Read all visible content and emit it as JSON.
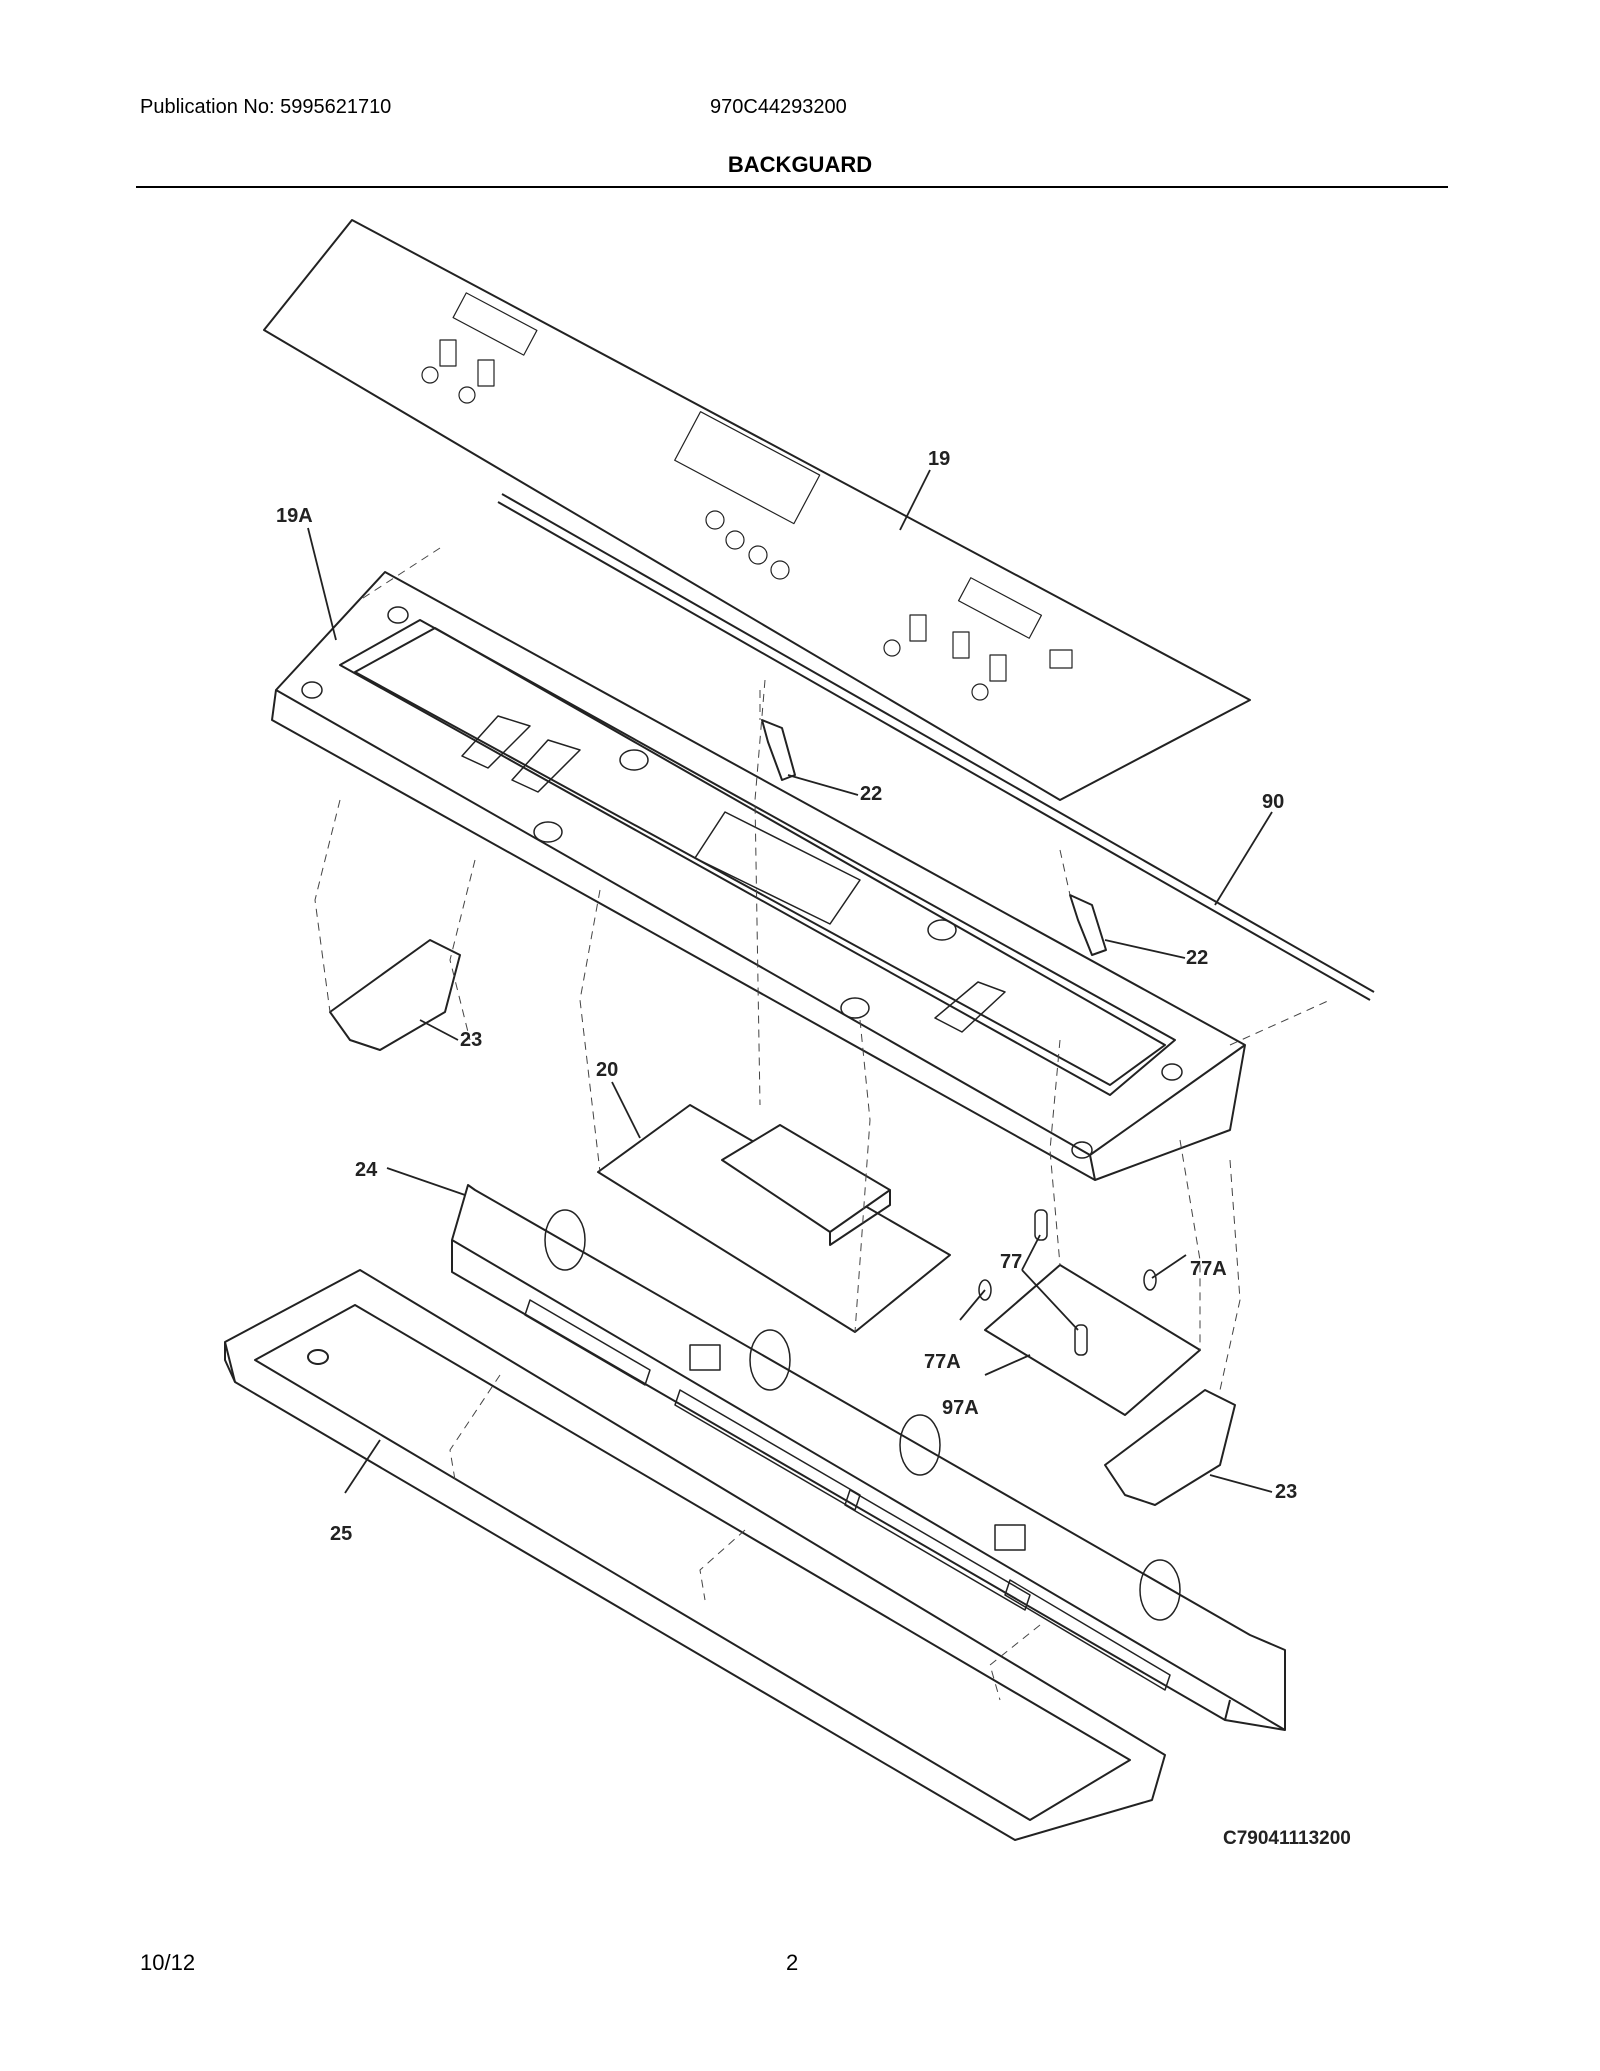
{
  "header": {
    "publication": "Publication No: 5995621710",
    "model": "970C44293200",
    "title": "BACKGUARD"
  },
  "callouts": {
    "c19": "19",
    "c19A": "19A",
    "c22a": "22",
    "c22b": "22",
    "c90": "90",
    "c23a": "23",
    "c23b": "23",
    "c20": "20",
    "c24": "24",
    "c77": "77",
    "c77Aa": "77A",
    "c77Ab": "77A",
    "c97A": "97A",
    "c25": "25"
  },
  "diagram_code": "C79041113200",
  "footer": {
    "date": "10/12",
    "page": "2"
  }
}
